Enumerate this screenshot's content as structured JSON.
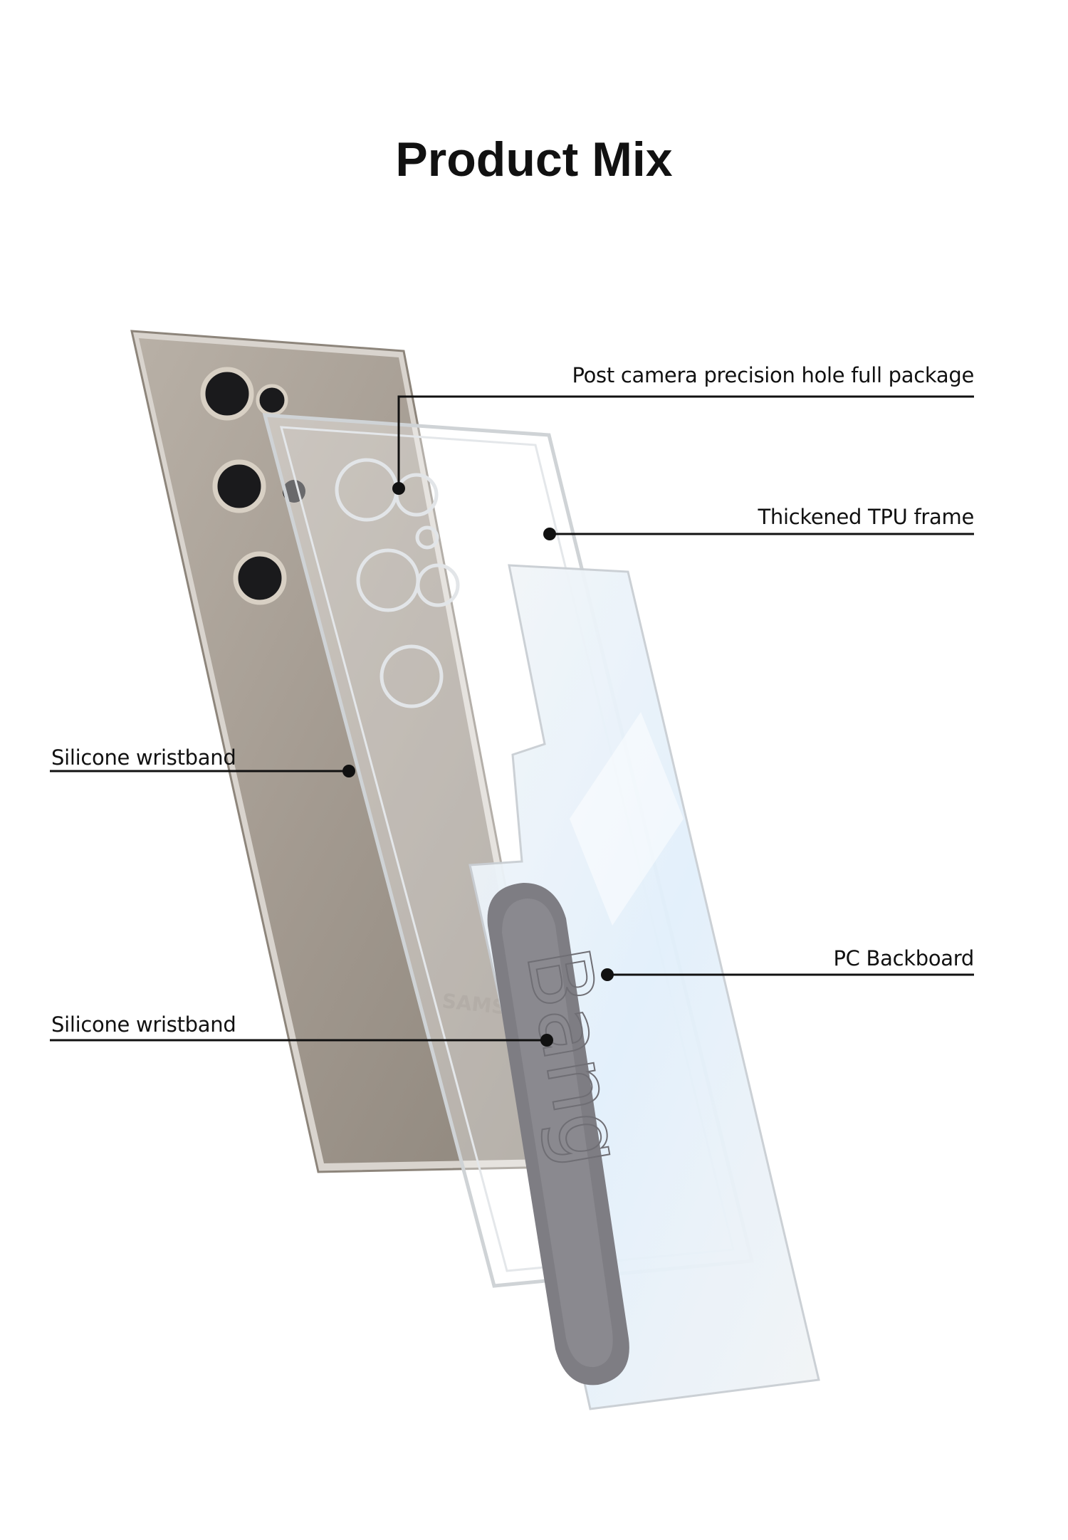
{
  "title": "Product Mix",
  "callouts": [
    {
      "id": "camera",
      "label": "Post camera precision hole full package"
    },
    {
      "id": "frame",
      "label": "Thickened TPU frame"
    },
    {
      "id": "wristband-upper",
      "label": "Silicone wristband"
    },
    {
      "id": "backboard",
      "label": "PC Backboard"
    },
    {
      "id": "wristband-lower",
      "label": "Silicone wristband"
    }
  ],
  "product_marks": {
    "phone_brand": "SAMSUNG",
    "band_text": "Bang"
  },
  "colors": {
    "phone": "#a59d93",
    "band": "#7e7d83",
    "backboard": "#e3f1fb",
    "line": "#111111"
  }
}
